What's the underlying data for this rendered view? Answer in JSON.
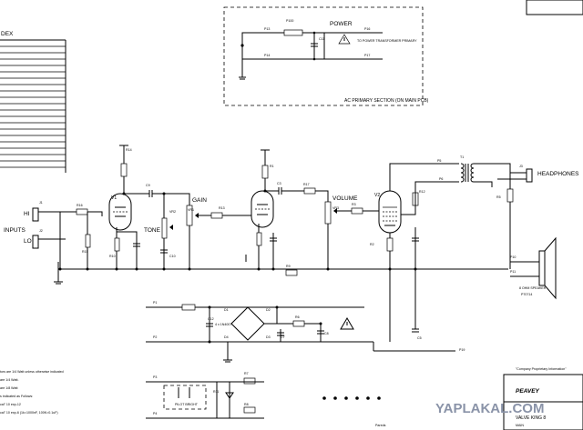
{
  "index": {
    "heading": "DEX"
  },
  "power": {
    "title": "POWER",
    "section_label": "AC PRIMARY SECTION (ON MAIN PCB)",
    "connectors": [
      "P13",
      "P100",
      "P16",
      "P14",
      "P17"
    ],
    "note": "TO POWER TRANSFORMER PRIMARY",
    "parts": [
      "C11"
    ]
  },
  "labels": {
    "inputs": "INPUTS",
    "hi": "HI",
    "lo": "LO",
    "gain": "GAIN",
    "tone": "TONE",
    "volume": "VOLUME",
    "headphones": "HEADPHONES",
    "valves": [
      "V1",
      "V2"
    ],
    "jacks": [
      "J1",
      "J2",
      "J3"
    ],
    "connectors": [
      "P1",
      "P2",
      "P3",
      "P4",
      "P5",
      "P6",
      "P7",
      "P8",
      "P9",
      "P10",
      "P11",
      "P12",
      "P19"
    ],
    "resistors": [
      "R14",
      "R16",
      "R15",
      "R10",
      "R11",
      "R12",
      "R13",
      "R1",
      "R2",
      "R3",
      "R4",
      "R5",
      "R6",
      "R7",
      "R8",
      "R9",
      "R17"
    ],
    "capacitors": [
      "C1",
      "C2",
      "C3",
      "C4",
      "C5",
      "C6",
      "C7",
      "C8",
      "C9",
      "C10",
      "C12"
    ],
    "pots": [
      "VR1",
      "VR2",
      "VR3"
    ],
    "diodes": [
      "D1",
      "D2",
      "D3",
      "D4"
    ],
    "bridge": "4 x 1N4007",
    "pilot": "PILOT BRIGHT",
    "speaker": "8 OHM SPEAKER",
    "speaker_part": "P70714",
    "xfmr": "T1"
  },
  "notes": [
    "tors are 1/4 Watt unless otherwise indicated",
    "are 1/4 Watt.",
    "are 1/8 Watt",
    "s indicated as Follows:",
    "cal\" 10 exp-12",
    "cal\" 10 exp-6 (1k=1000nF, 100K=0.1uF)"
  ],
  "titleblock": {
    "proprietary": "\"Company Proprietary Information\"",
    "brand": "PEAVEY",
    "model": "VALVE KING 8",
    "sheet": "MAIN",
    "footer": "Pareds"
  },
  "watermark": "YAPLAKAL.COM"
}
